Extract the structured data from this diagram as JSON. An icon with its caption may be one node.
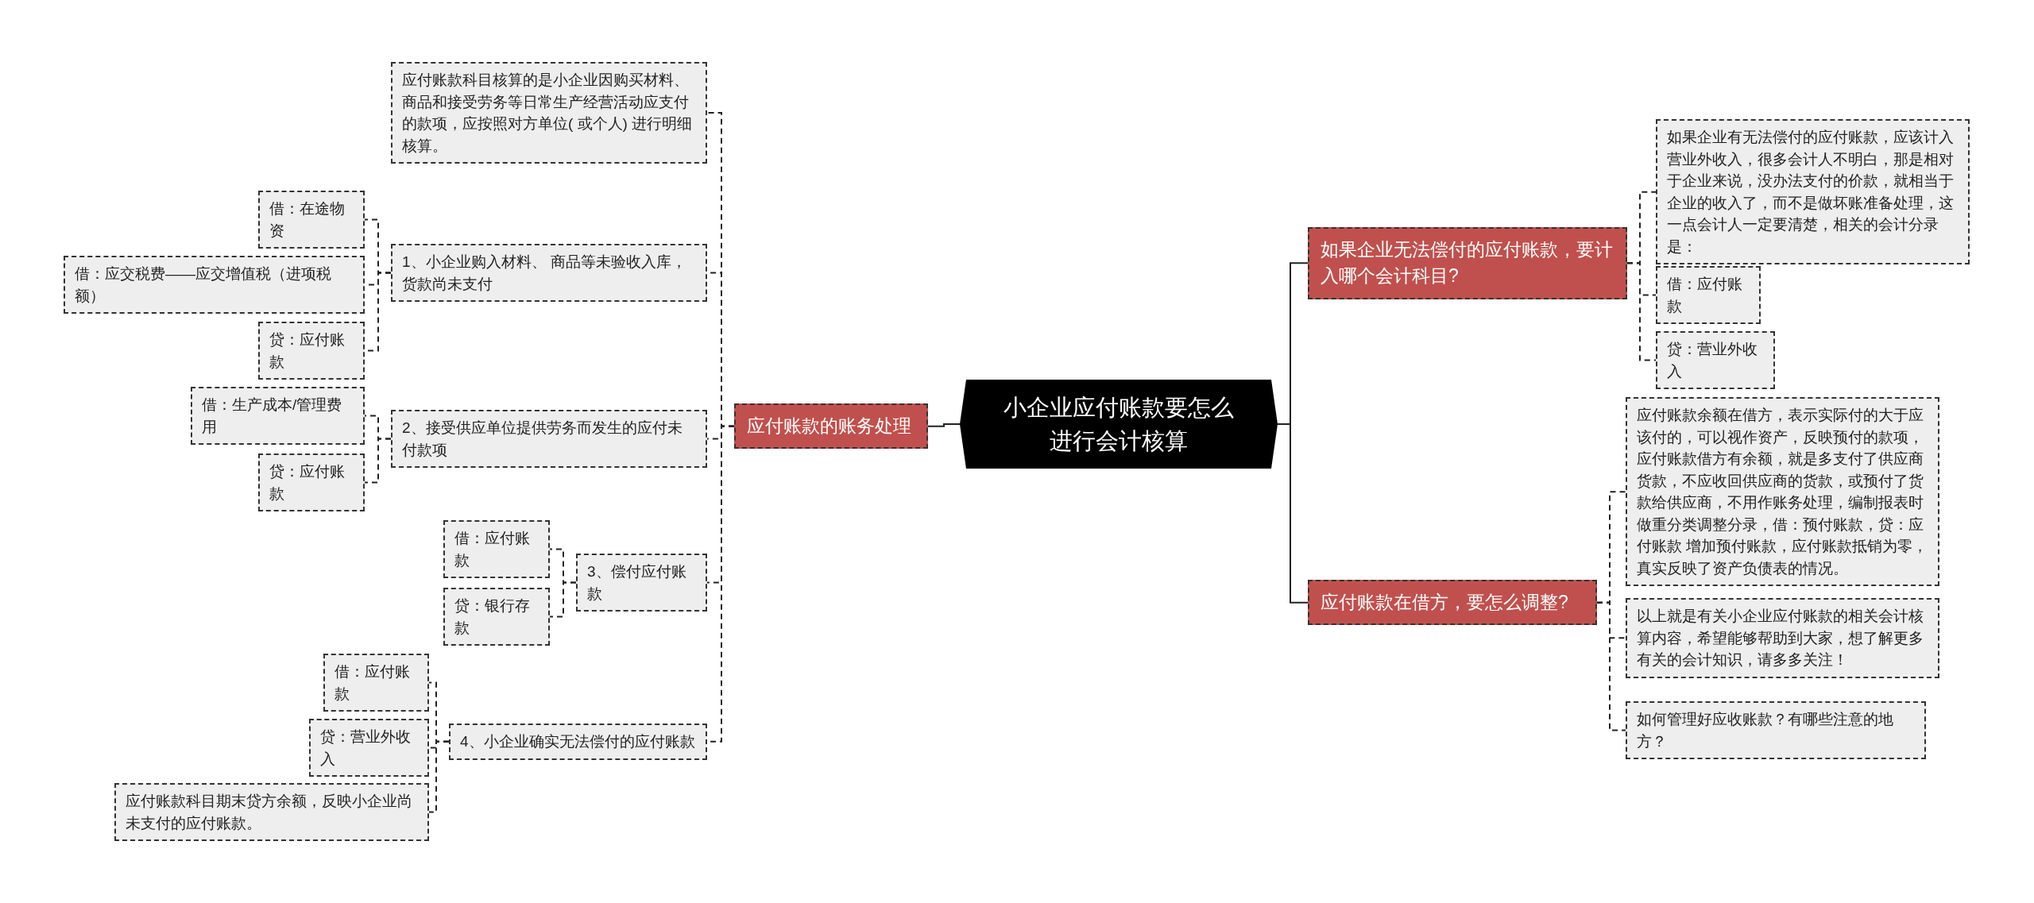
{
  "diagram": {
    "nodes": [
      {
        "text": [
          "小企业应付账款要怎么进行会计核算"
        ]
      },
      {
        "text": [
          "应付账款的账务处理"
        ]
      },
      {
        "text": [
          "应付账款科目核算的是小企业因购买材料、商品和接受劳务等日常生产经营活动应支付的款项，应按照对方单位( 或个人) 进行明细核算。"
        ]
      },
      {
        "text": [
          "1、小企业购入材料、 商品等未验收入库，货款尚未支付"
        ]
      },
      {
        "text": [
          "借：在途物资"
        ]
      },
      {
        "text": [
          "借：应交税费——应交增值税（进项税额）"
        ]
      },
      {
        "text": [
          "贷：应付账款"
        ]
      },
      {
        "text": [
          "2、接受供应单位提供劳务而发生的应付未付款项"
        ]
      },
      {
        "text": [
          "借：生产成本/管理费用"
        ]
      },
      {
        "text": [
          "贷：应付账款"
        ]
      },
      {
        "text": [
          "3、偿付应付账款"
        ]
      },
      {
        "text": [
          "借：应付账款"
        ]
      },
      {
        "text": [
          "贷：银行存款"
        ]
      },
      {
        "text": [
          "4、小企业确实无法偿付的应付账款"
        ]
      },
      {
        "text": [
          "借：应付账款"
        ]
      },
      {
        "text": [
          "贷：营业外收入"
        ]
      },
      {
        "text": [
          "应付账款科目期末贷方余额，反映小企业尚未支付的应付账款。"
        ]
      },
      {
        "text": [
          "如果企业无法偿付的应付账款，要计入哪个会计科目?"
        ]
      },
      {
        "text": [
          "如果企业有无法偿付的应付账款，应该计入营业外收入，很多会计人不明白，那是相对于企业来说，没办法支付的价款，就相当于企业的收入了，而不是做坏账准备处理，这一点会计人一定要清楚，相关的会计分录是："
        ]
      },
      {
        "text": [
          "借：应付账款"
        ]
      },
      {
        "text": [
          "贷：营业外收入"
        ]
      },
      {
        "text": [
          "应付账款在借方，要怎么调整?"
        ]
      },
      {
        "text": [
          "应付账款余额在借方，表示实际付的大于应该付的，可以视作资产，反映预付的款项，应付账款借方有余额，就是多支付了供应商货款，不应收回供应商的货款，或预付了货款给供应商，不用作账务处理，编制报表时做重分类调整分录，借：预付账款，贷：应付账款 增加预付账款，应付账款抵销为零，真实反映了资产负债表的情况。"
        ]
      },
      {
        "text": [
          "以上就是有关小企业应付账款的相关会计核算内容，希望能够帮助到大家，想了解更多有关的会计知识，请多多关注！"
        ]
      },
      {
        "text": [
          "如何管理好应收账款？有哪些注意的地方？"
        ]
      }
    ],
    "edges": [
      {
        "from": 0,
        "to": 1,
        "arrow": "none"
      },
      {
        "from": 1,
        "to": 2,
        "arrow": "none",
        "style": "dashed"
      },
      {
        "from": 1,
        "to": 3,
        "arrow": "none",
        "style": "dashed"
      },
      {
        "from": 3,
        "to": 4,
        "arrow": "none",
        "style": "dashed"
      },
      {
        "from": 3,
        "to": 5,
        "arrow": "none",
        "style": "dashed"
      },
      {
        "from": 3,
        "to": 6,
        "arrow": "none",
        "style": "dashed"
      },
      {
        "from": 1,
        "to": 7,
        "arrow": "none",
        "style": "dashed"
      },
      {
        "from": 7,
        "to": 8,
        "arrow": "none",
        "style": "dashed"
      },
      {
        "from": 7,
        "to": 9,
        "arrow": "none",
        "style": "dashed"
      },
      {
        "from": 1,
        "to": 10,
        "arrow": "none",
        "style": "dashed"
      },
      {
        "from": 10,
        "to": 11,
        "arrow": "none",
        "style": "dashed"
      },
      {
        "from": 10,
        "to": 12,
        "arrow": "none",
        "style": "dashed"
      },
      {
        "from": 1,
        "to": 13,
        "arrow": "none",
        "style": "dashed"
      },
      {
        "from": 13,
        "to": 14,
        "arrow": "none",
        "style": "dashed"
      },
      {
        "from": 13,
        "to": 15,
        "arrow": "none",
        "style": "dashed"
      },
      {
        "from": 13,
        "to": 16,
        "arrow": "none",
        "style": "dashed"
      },
      {
        "from": 0,
        "to": 17,
        "arrow": "none"
      },
      {
        "from": 17,
        "to": 18,
        "arrow": "none",
        "style": "dashed"
      },
      {
        "from": 17,
        "to": 19,
        "arrow": "none",
        "style": "dashed"
      },
      {
        "from": 17,
        "to": 20,
        "arrow": "none",
        "style": "dashed"
      },
      {
        "from": 0,
        "to": 21,
        "arrow": "none"
      },
      {
        "from": 21,
        "to": 22,
        "arrow": "none",
        "style": "dashed"
      },
      {
        "from": 21,
        "to": 23,
        "arrow": "none",
        "style": "dashed"
      },
      {
        "from": 21,
        "to": 24,
        "arrow": "none",
        "style": "dashed"
      }
    ]
  }
}
